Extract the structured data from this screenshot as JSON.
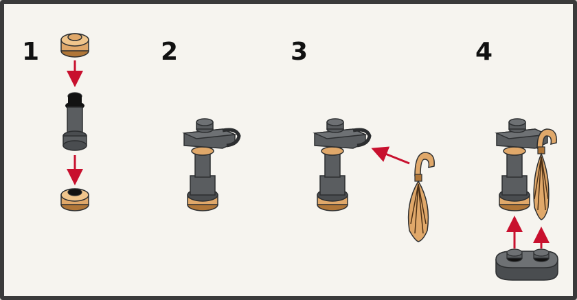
{
  "steps": [
    {
      "number": "1"
    },
    {
      "number": "2"
    },
    {
      "number": "3"
    },
    {
      "number": "4"
    }
  ],
  "colors": {
    "tan": "#e0a86a",
    "tan_dark": "#b07638",
    "dark_gray": "#5a5d60",
    "gray_edge": "#2c2e30",
    "black": "#121212",
    "arrow_red": "#c8102e",
    "background": "#f6f4ef"
  }
}
